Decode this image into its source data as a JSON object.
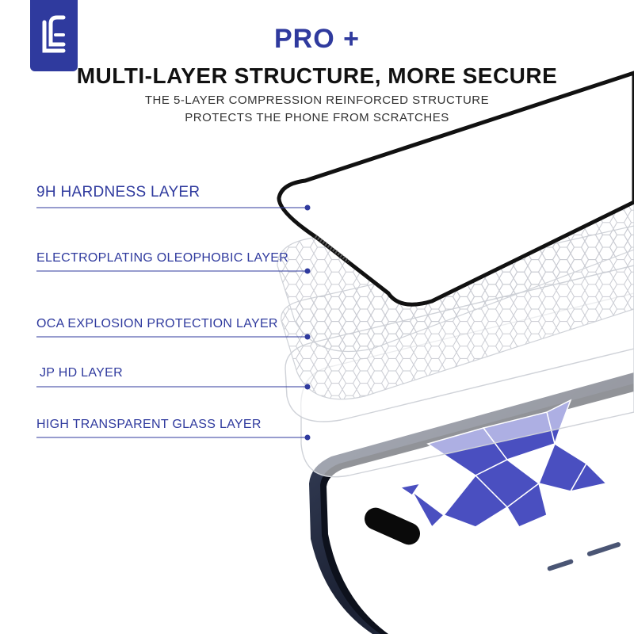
{
  "brand": {
    "logo_text": "LC",
    "accent": "#2f3a9e"
  },
  "header": {
    "title": "PRO +",
    "headline": "MULTI-LAYER STRUCTURE, MORE SECURE",
    "subtitle_line1": "THE 5-LAYER COMPRESSION REINFORCED STRUCTURE",
    "subtitle_line2": "PROTECTS THE PHONE FROM SCRATCHES"
  },
  "layers": [
    {
      "label": "9H HARDNESS LAYER"
    },
    {
      "label": "ELECTROPLATING OLEOPHOBIC LAYER"
    },
    {
      "label": "OCA EXPLOSION PROTECTION LAYER"
    },
    {
      "label": "JP HD  LAYER"
    },
    {
      "label": "HIGH TRANSPARENT GLASS LAYER"
    }
  ],
  "colors": {
    "label": "#2f3a9e",
    "line": "#2f3a9e",
    "frame": "#1d2433",
    "screen_art": "#4a4fc0"
  }
}
